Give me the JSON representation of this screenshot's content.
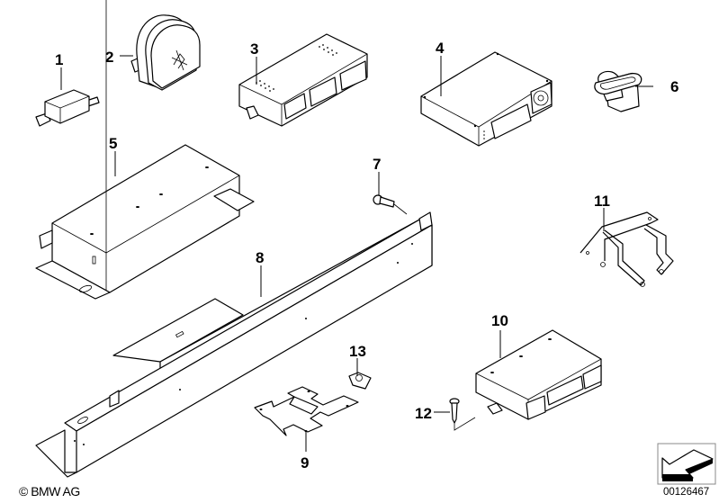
{
  "diagram": {
    "type": "parts-exploded-view",
    "callouts": [
      {
        "id": "1",
        "label": "1",
        "part": "small-module"
      },
      {
        "id": "2",
        "label": "2",
        "part": "round-module"
      },
      {
        "id": "3",
        "label": "3",
        "part": "control-unit-three-connectors"
      },
      {
        "id": "4",
        "label": "4",
        "part": "control-unit-with-fan"
      },
      {
        "id": "5",
        "label": "5",
        "part": "holder-bracket"
      },
      {
        "id": "6",
        "label": "6",
        "part": "grommet"
      },
      {
        "id": "7",
        "label": "7",
        "part": "screw"
      },
      {
        "id": "8",
        "label": "8",
        "part": "long-carrier-rail"
      },
      {
        "id": "9",
        "label": "9",
        "part": "mounting-plate"
      },
      {
        "id": "10",
        "label": "10",
        "part": "control-unit"
      },
      {
        "id": "11",
        "label": "11",
        "part": "wire-bracket"
      },
      {
        "id": "12",
        "label": "12",
        "part": "self-tapping-screw"
      },
      {
        "id": "13",
        "label": "13",
        "part": "clip-nut"
      }
    ]
  },
  "footer": {
    "copyright": "© BMW AG",
    "document_number": "00126467"
  },
  "nav_icon": "arrow-down-left-icon"
}
